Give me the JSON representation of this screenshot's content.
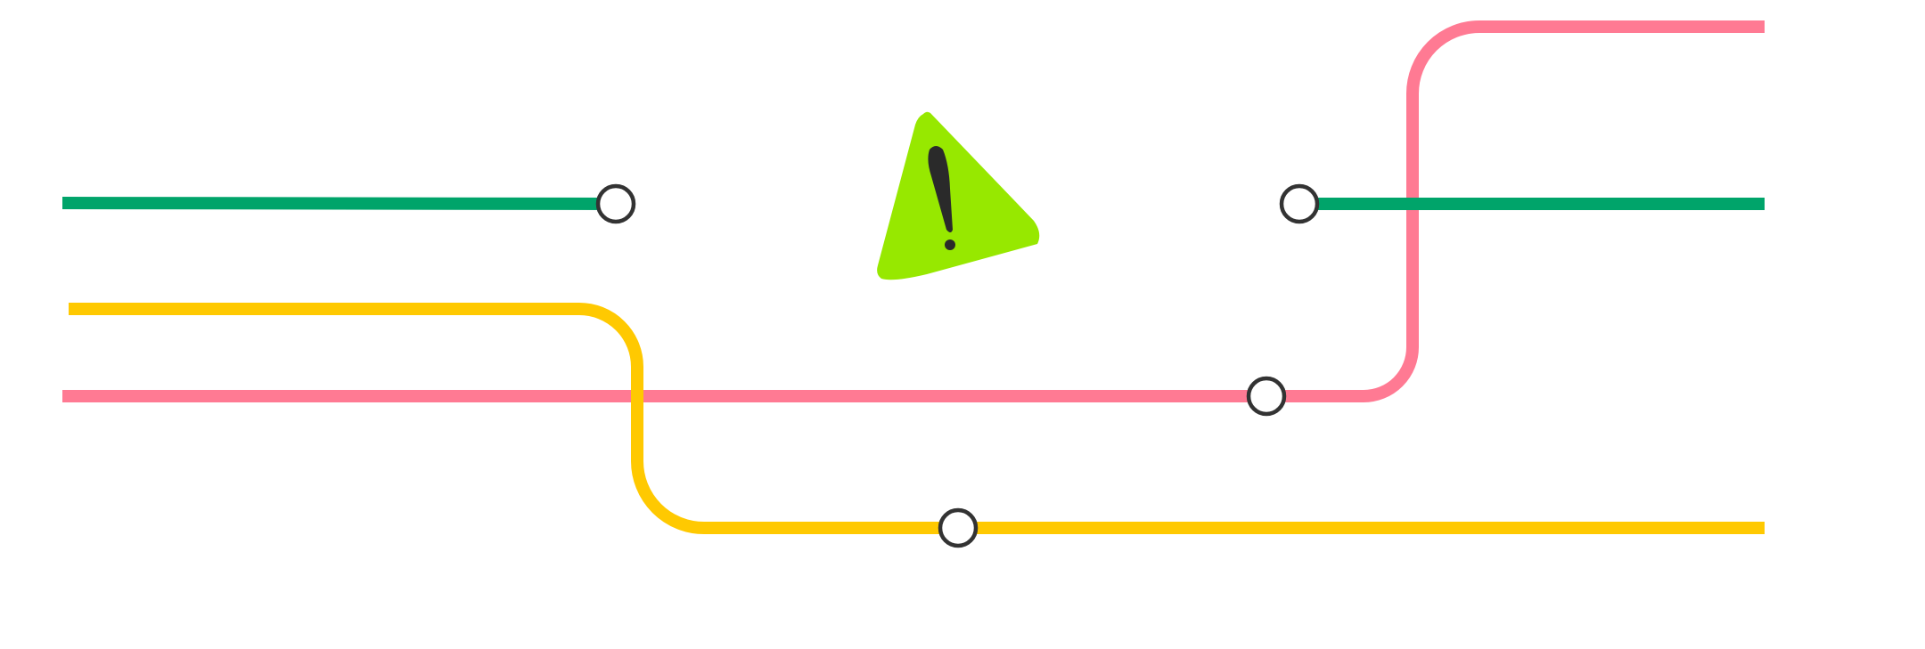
{
  "colors": {
    "green_line": "#00a46a",
    "yellow_line": "#ffc901",
    "pink_line": "#ff7a93",
    "station_stroke": "#333333",
    "station_fill": "#ffffff",
    "warning_fill": "#97e800",
    "warning_mark": "#2a2a2a"
  },
  "lines": [
    {
      "name_id": "green",
      "icon": "transit-line",
      "status": "interrupted"
    },
    {
      "name_id": "yellow",
      "icon": "transit-line",
      "status": "running"
    },
    {
      "name_id": "pink",
      "icon": "transit-line",
      "status": "running"
    }
  ],
  "stations_count": 4,
  "warning": {
    "icon": "warning-triangle-icon",
    "symbol": "!"
  }
}
